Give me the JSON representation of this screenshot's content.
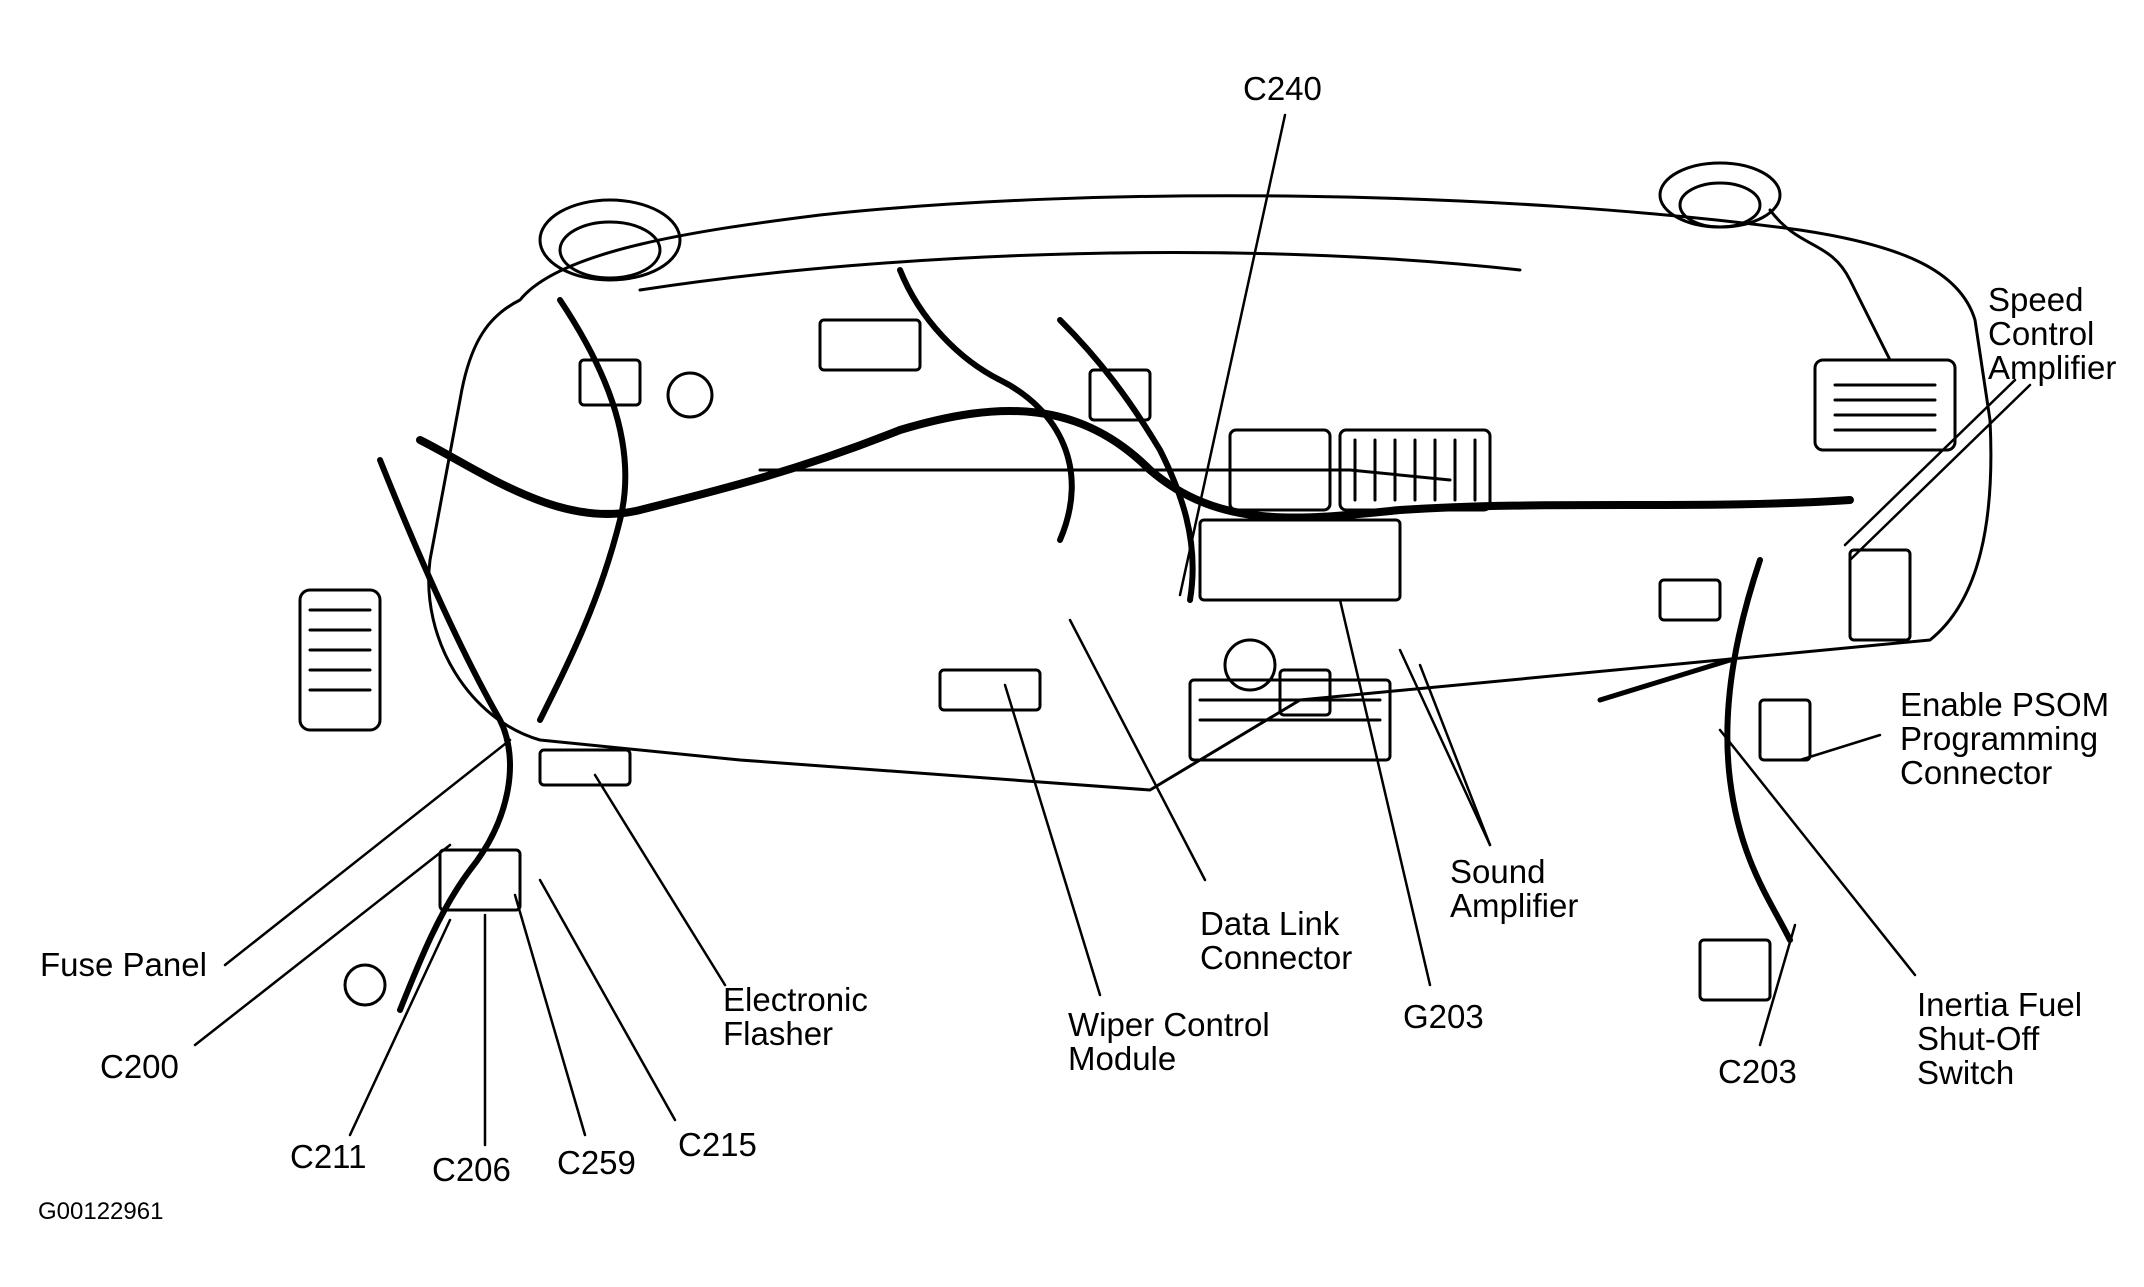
{
  "diagram": {
    "labels": {
      "c240": "C240",
      "speed_control_amplifier": [
        "Speed",
        "Control",
        "Amplifier"
      ],
      "enable_psom": [
        "Enable PSOM",
        "Programming",
        "Connector"
      ],
      "sound_amplifier": [
        "Sound",
        "Amplifier"
      ],
      "data_link_connector": [
        "Data Link",
        "Connector"
      ],
      "g203": "G203",
      "wiper_control_module": [
        "Wiper Control",
        "Module"
      ],
      "electronic_flasher": [
        "Electronic",
        "Flasher"
      ],
      "fuse_panel": "Fuse Panel",
      "c200": "C200",
      "c211": "C211",
      "c206": "C206",
      "c259": "C259",
      "c215": "C215",
      "inertia_fuel_switch": [
        "Inertia Fuel",
        "Shut-Off",
        "Switch"
      ],
      "c203": "C203"
    },
    "reference_code": "G00122961"
  }
}
